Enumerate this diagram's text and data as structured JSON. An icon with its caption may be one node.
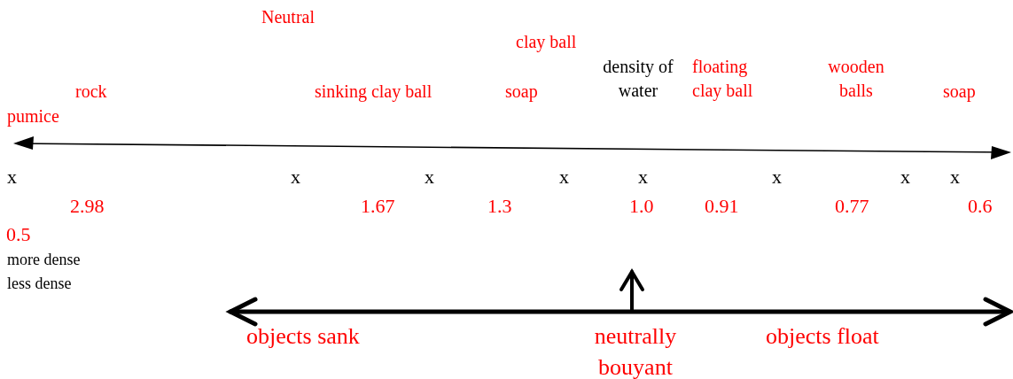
{
  "diagram": {
    "labels": [
      "Neutral",
      "clay ball",
      "rock",
      "sinking clay ball",
      "soap",
      "density of water",
      "floating clay ball",
      "wooden balls",
      "soap",
      "pumice",
      "x",
      "x",
      "x",
      "x",
      "x",
      "x",
      "x",
      "x",
      "2.98",
      "1.67",
      "1.3",
      "1.0",
      "0.91",
      "0.77",
      "0.6",
      "0.5",
      "more dense",
      "less dense",
      "objects sank",
      "neutrally bouyant",
      "objects float"
    ]
  }
}
